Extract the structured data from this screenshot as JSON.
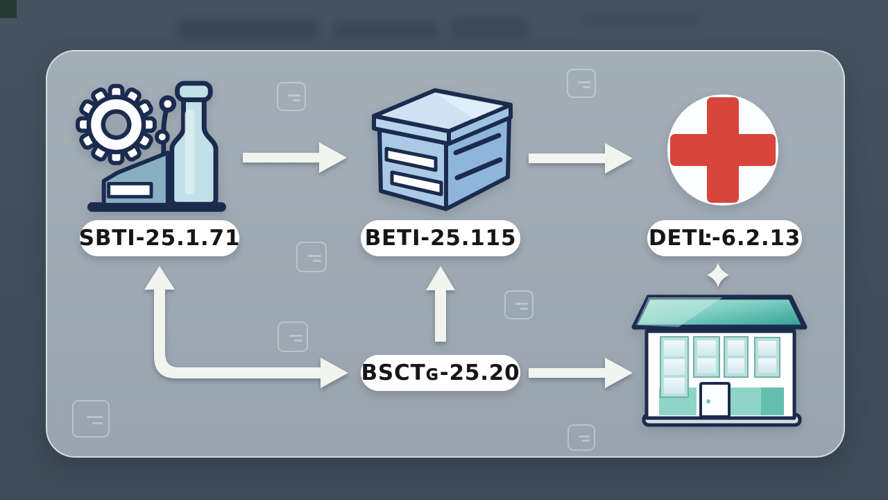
{
  "diagram": {
    "type": "process-flow",
    "description": "Manufacturing to pharmacy supply flow with code labels",
    "flow": {
      "top_row": [
        {
          "id": "production",
          "icon": "factory-gear-bottle-icon",
          "label": "SBTI-25.1.71"
        },
        {
          "id": "packaging",
          "icon": "storage-box-icon",
          "label": "BETI-25.115"
        },
        {
          "id": "medical",
          "icon": "medical-cross-icon",
          "label": "DETĿ-6.2.13"
        }
      ],
      "bottom_row": [
        {
          "id": "batch",
          "label": "BSCTɢ-25.20"
        },
        {
          "id": "pharmacy",
          "icon": "pharmacy-building-icon"
        }
      ],
      "connectors": [
        "factory-to-box",
        "box-to-cross",
        "elbow-up-to-sbti-and-right-to-bsct",
        "bsct-up-to-beti",
        "bsct-to-building",
        "building-to-detl-diamond"
      ]
    }
  },
  "colors": {
    "background": "#46535f",
    "background_deep": "#3e4a56",
    "glyph": "#2b3845",
    "panel": "#99a4ae",
    "panel_top": "#a3aeb7",
    "panel_border": "#d3dce2",
    "ghost": "rgba(232,239,244,0.40)",
    "arrow": "#f2f4f0",
    "pill_bg": "#ffffff",
    "pill_text": "#161616",
    "navy": "#1b2b4e",
    "red": "#d8453c",
    "bottle": "#c2e0e8",
    "bottle_light": "#dcedf1",
    "block": "#88b0c2",
    "box_top": "#cfe2f3",
    "box_front": "#a9c9e7",
    "box_side": "#8fb6da",
    "box_skirt_front": "#b7d4ec",
    "box_skirt_side": "#a0c3e3",
    "roof_light": "#b9e6dc",
    "roof_mid": "#7fd0c2",
    "roof_dark": "#2d9d92",
    "teal_block": "#8ed5c7",
    "teal_dark": "#64c0ae",
    "window_frame": "#b9dfdb",
    "window_edge": "#6fb0aa",
    "base_gray": "#d8dee3"
  }
}
